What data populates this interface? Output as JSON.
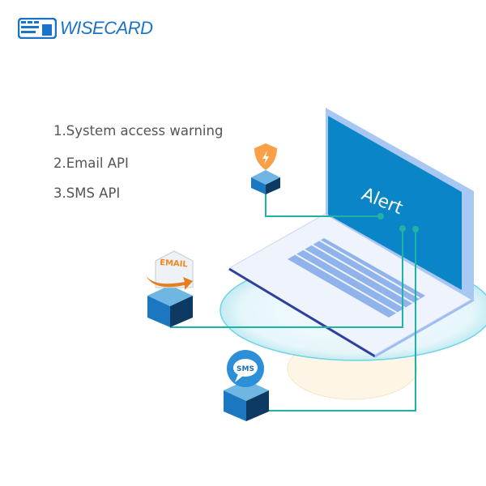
{
  "brand": {
    "name": "WISECARD",
    "color": "#1a73c8"
  },
  "features": [
    {
      "label": "1.System access warning"
    },
    {
      "label": "2.Email API"
    },
    {
      "label": "3.SMS API"
    }
  ],
  "illustration": {
    "screen_text": "Alert",
    "email_label": "EMAIL",
    "sms_label": "SMS",
    "connector_color": "#1fb3a5",
    "screen_color": "#0a86c8"
  }
}
